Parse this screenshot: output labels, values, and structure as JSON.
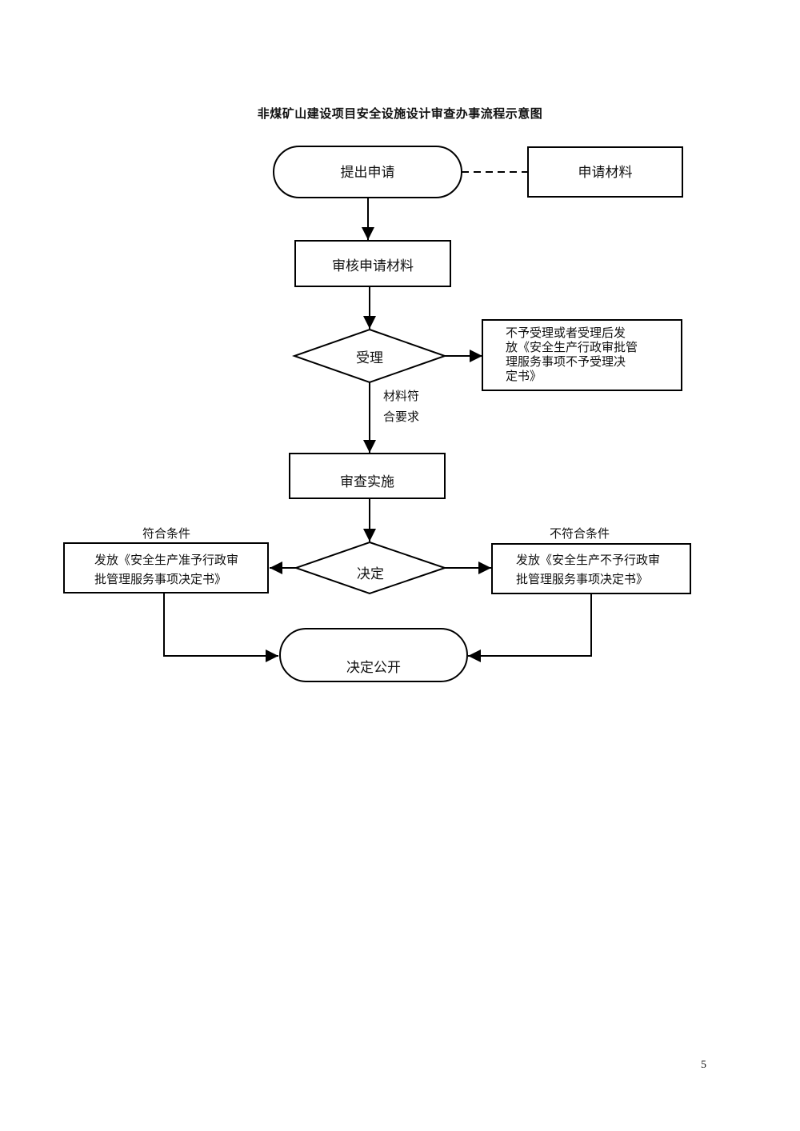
{
  "document": {
    "title": "非煤矿山建设项目安全设施设计审查办事流程示意图",
    "page_number": "5"
  },
  "nodes": {
    "submit_application": "提出申请",
    "application_materials": "申请材料",
    "review_materials": "审核申请材料",
    "acceptance": "受理",
    "rejection_notice": [
      "不予受理或者受理后发",
      "放《安全生产行政审批管",
      "理服务事项不予受理决",
      "定书》"
    ],
    "review_implementation": "审查实施",
    "decision": "决定",
    "approval_notice": [
      "发放《安全生产准予行政审",
      "批管理服务事项决定书》"
    ],
    "denial_notice": [
      "发放《安全生产不予行政审",
      "批管理服务事项决定书》"
    ],
    "decision_publication": "决定公开"
  },
  "edge_labels": {
    "materials_meet_requirements": [
      "材料符",
      "合要求"
    ],
    "meets_conditions": "符合条件",
    "does_not_meet_conditions": "不符合条件"
  }
}
